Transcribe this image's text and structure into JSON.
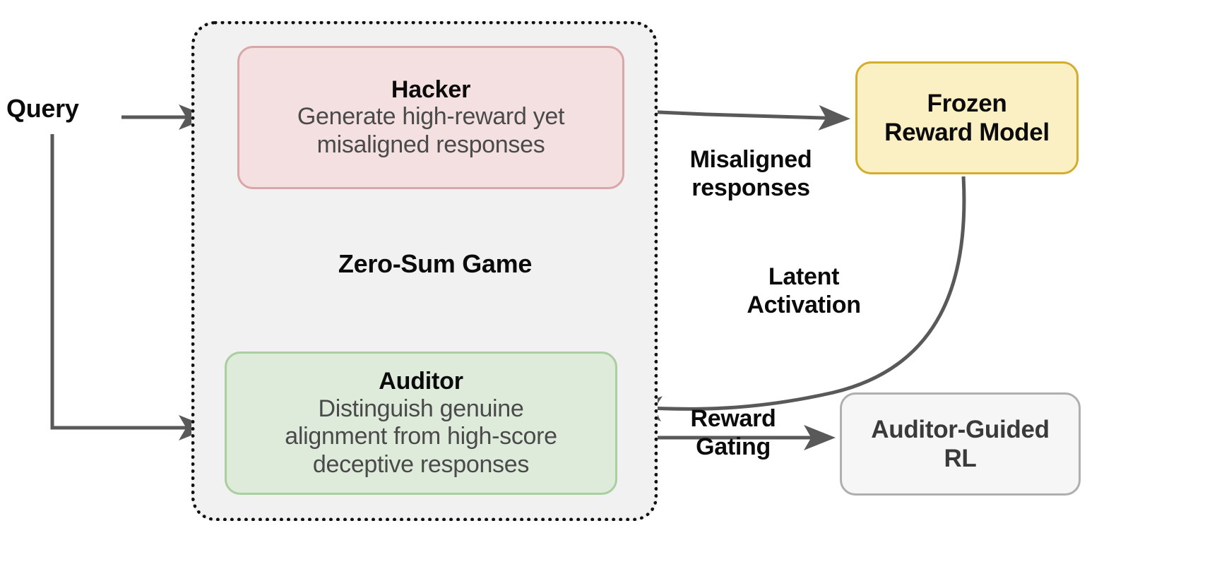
{
  "diagram": {
    "title": "Hacker-Auditor zero-sum game with auditor-guided RL",
    "colors": {
      "hacker_fill": "#F4E0E0",
      "hacker_border": "#D9A7A7",
      "auditor_fill": "#DEEBDA",
      "auditor_border": "#A9CE9F",
      "reward_model_fill": "#FBEFC4",
      "reward_model_border": "#D3AE2C",
      "rl_fill": "#F6F6F6",
      "rl_border": "#AFAFAF",
      "group_fill": "#F1F1F1",
      "group_border": "#111111",
      "arrow": "#595959",
      "dashed_arrow": "#000000",
      "body_text": "#4a4a4a",
      "heading_text": "#0b0b0b"
    },
    "nodes": {
      "query": {
        "label": "Query"
      },
      "hacker": {
        "title": "Hacker",
        "description": "Generate high-reward yet\nmisaligned responses"
      },
      "auditor": {
        "title": "Auditor",
        "description": "Distinguish genuine\nalignment from high-score\ndeceptive responses"
      },
      "frozen_reward_model": {
        "title": "Frozen\nReward Model"
      },
      "auditor_guided_rl": {
        "title": "Auditor-Guided\nRL"
      }
    },
    "edge_labels": {
      "zero_sum_game": "Zero-Sum Game",
      "misaligned_responses": "Misaligned\nresponses",
      "latent_activation": "Latent\nActivation",
      "reward_gating": "Reward\nGating"
    },
    "edges": [
      {
        "name": "query-to-hacker",
        "from": "query",
        "to": "hacker",
        "style": "solid",
        "label": ""
      },
      {
        "name": "query-to-auditor",
        "from": "query",
        "to": "auditor",
        "style": "solid",
        "label": ""
      },
      {
        "name": "hacker-to-frozen-reward-model",
        "from": "hacker",
        "to": "frozen_reward_model",
        "style": "solid",
        "label": "Misaligned responses"
      },
      {
        "name": "frozen-reward-model-to-auditor",
        "from": "frozen_reward_model",
        "to": "auditor",
        "style": "curved",
        "label": "Latent Activation"
      },
      {
        "name": "auditor-to-auditor-guided-rl",
        "from": "auditor",
        "to": "auditor_guided_rl",
        "style": "solid",
        "label": "Reward Gating"
      },
      {
        "name": "hacker-to-auditor-loop",
        "from": "hacker",
        "to": "auditor",
        "style": "dashed",
        "label": "Zero-Sum Game"
      },
      {
        "name": "auditor-to-hacker-loop",
        "from": "auditor",
        "to": "hacker",
        "style": "dashed",
        "label": "Zero-Sum Game"
      }
    ]
  }
}
